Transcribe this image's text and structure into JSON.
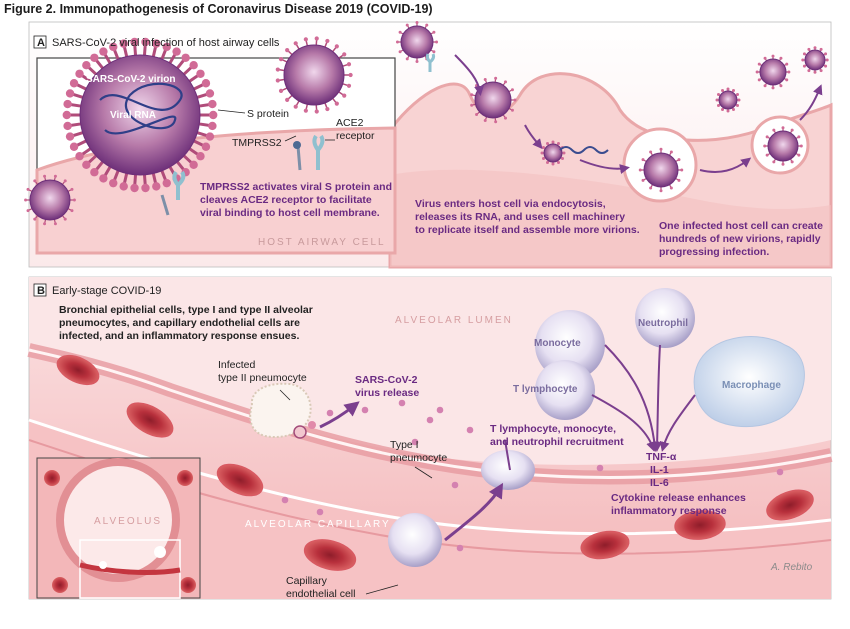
{
  "figure": {
    "title": "Figure 2. Immunopathogenesis of Coronavirus Disease 2019 (COVID-19)"
  },
  "panel_a": {
    "letter": "A",
    "heading": "SARS-CoV-2 viral infection of host airway cells",
    "virion_label": "SARS-CoV-2 virion",
    "viral_rna_label": "Viral RNA",
    "s_protein_label": "S protein",
    "tmprss2_label": "TMPRSS2",
    "ace2_label_1": "ACE2",
    "ace2_label_2": "receptor",
    "inset_caption": [
      "TMPRSS2 activates viral S protein and",
      "cleaves ACE2 receptor to facilitate",
      "viral binding to host cell membrane."
    ],
    "host_cell_label": "HOST AIRWAY CELL",
    "entry_caption": [
      "Virus enters host cell via endocytosis,",
      "releases its RNA, and uses cell machinery",
      "to replicate itself and assemble more virions."
    ],
    "progression_caption": [
      "One infected host cell can create",
      "hundreds of new virions, rapidly",
      "progressing infection."
    ]
  },
  "panel_b": {
    "letter": "B",
    "heading": "Early-stage COVID-19",
    "intro": [
      "Bronchial epithelial cells, type I and type II alveolar",
      "pneumocytes, and capillary endothelial cells are",
      "infected, and an inflammatory response ensues."
    ],
    "alveolar_lumen": "ALVEOLAR LUMEN",
    "infected_label": [
      "Infected",
      "type II pneumocyte"
    ],
    "release_label": [
      "SARS-CoV-2",
      "virus release"
    ],
    "type1_label": [
      "Type I",
      "pneumocyte"
    ],
    "recruitment_label": [
      "T lymphocyte, monocyte,",
      "and neutrophil recruitment"
    ],
    "monocyte": "Monocyte",
    "neutrophil": "Neutrophil",
    "t_lymphocyte": "T lymphocyte",
    "macrophage": "Macrophage",
    "cytokines": [
      "TNF-α",
      "IL-1",
      "IL-6"
    ],
    "cytokine_caption": [
      "Cytokine release enhances",
      "inflammatory response"
    ],
    "alveolus": "ALVEOLUS",
    "alveolar_capillary": "ALVEOLAR CAPILLARY",
    "endothelial_label": [
      "Capillary",
      "endothelial cell"
    ],
    "signature": "A. Rebito"
  },
  "colors": {
    "virus_purple": "#7b3f8e",
    "spike_pink": "#c04f7c",
    "tissue_pink": "#f6cccd",
    "membrane": "#eba9ab",
    "rbc_red": "#c4353f",
    "caption_purple": "#6a2a82"
  }
}
